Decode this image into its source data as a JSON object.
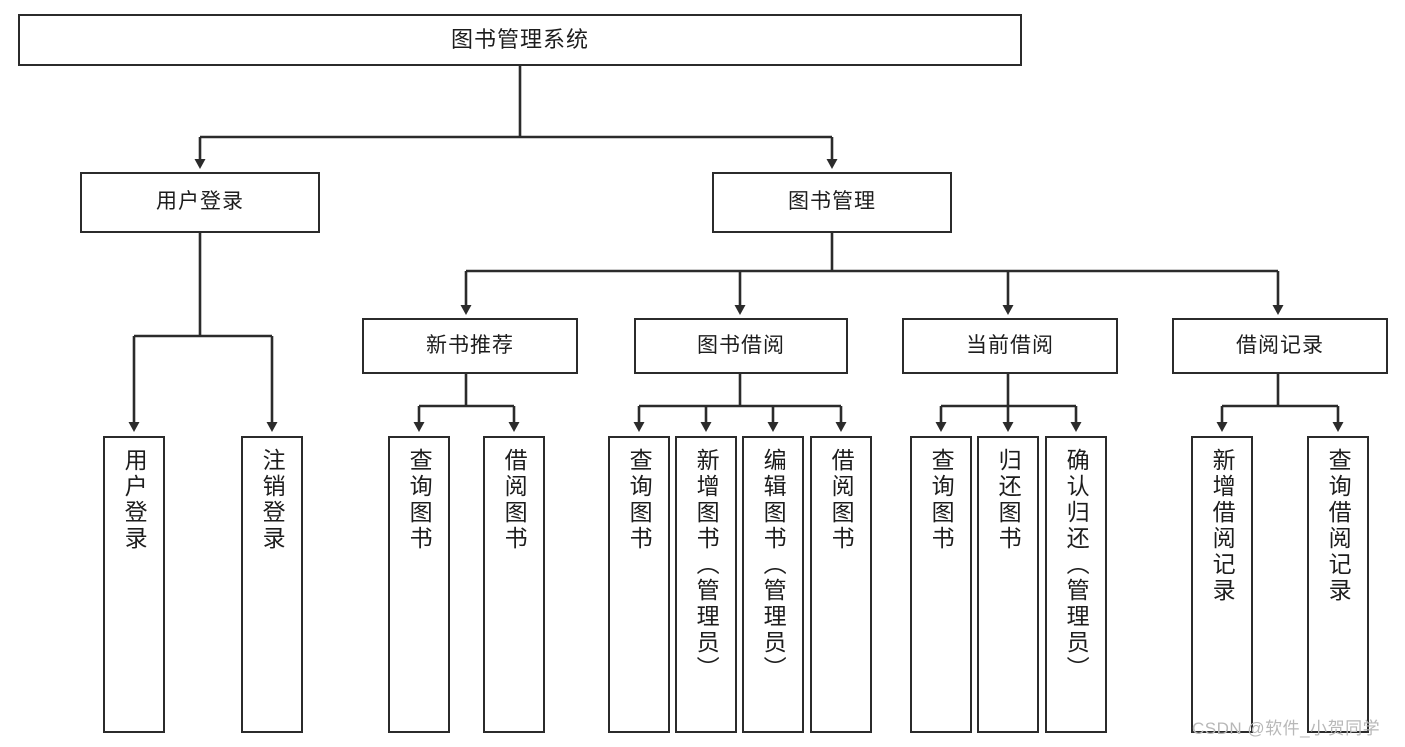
{
  "diagram": {
    "title": "图书管理系统",
    "watermark": "CSDN @软件_小贺同学",
    "colors": {
      "background": "#ffffff",
      "stroke": "#2b2b2b",
      "text": "#1d1d1d",
      "watermark": "#b8b8b8"
    },
    "root": {
      "label": "图书管理系统"
    },
    "level2": [
      {
        "label": "用户登录"
      },
      {
        "label": "图书管理"
      }
    ],
    "level3": [
      {
        "label": "新书推荐"
      },
      {
        "label": "图书借阅"
      },
      {
        "label": "当前借阅"
      },
      {
        "label": "借阅记录"
      }
    ],
    "leaves": {
      "user_login": [
        {
          "label": "用户登录"
        },
        {
          "label": "注销登录"
        }
      ],
      "new_book_recommend": [
        {
          "label": "查询图书"
        },
        {
          "label": "借阅图书"
        }
      ],
      "book_borrow": [
        {
          "label": "查询图书"
        },
        {
          "label": "新增图书（管理员）"
        },
        {
          "label": "编辑图书（管理员）"
        },
        {
          "label": "借阅图书"
        }
      ],
      "current_borrow": [
        {
          "label": "查询图书"
        },
        {
          "label": "归还图书"
        },
        {
          "label": "确认归还（管理员）"
        }
      ],
      "borrow_record": [
        {
          "label": "新增借阅记录"
        },
        {
          "label": "查询借阅记录"
        }
      ]
    }
  }
}
